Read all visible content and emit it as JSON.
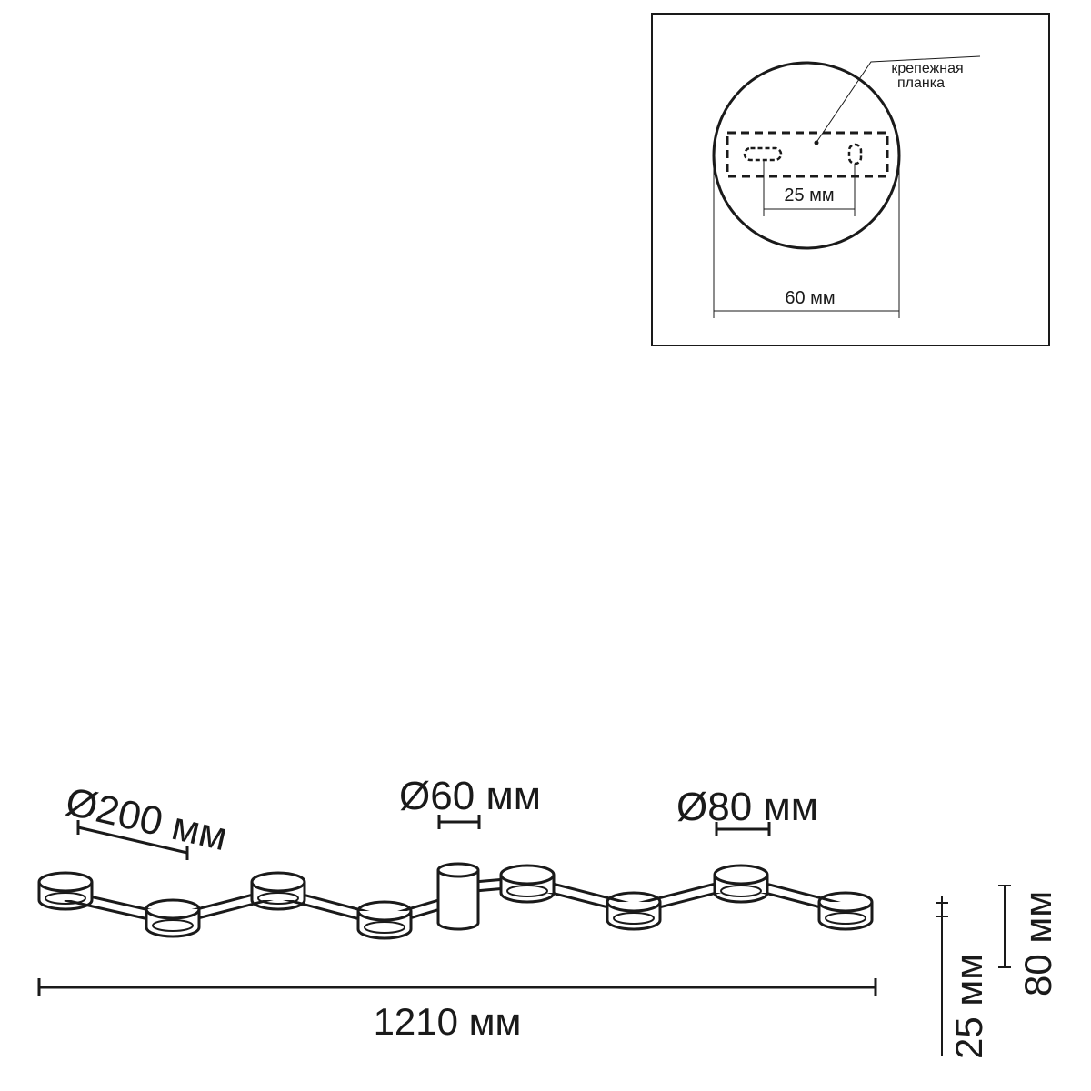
{
  "inset": {
    "callout_line1": "крепежная",
    "callout_line2": "планка",
    "hole_spacing": "25 мм",
    "plate_diameter": "60 мм"
  },
  "main": {
    "disc_diameter": "Ø200 мм",
    "center_diameter": "Ø60 мм",
    "lamp_diameter": "Ø80 мм",
    "total_length": "1210 мм",
    "height_small": "25 мм",
    "height_large": "80 мм"
  }
}
